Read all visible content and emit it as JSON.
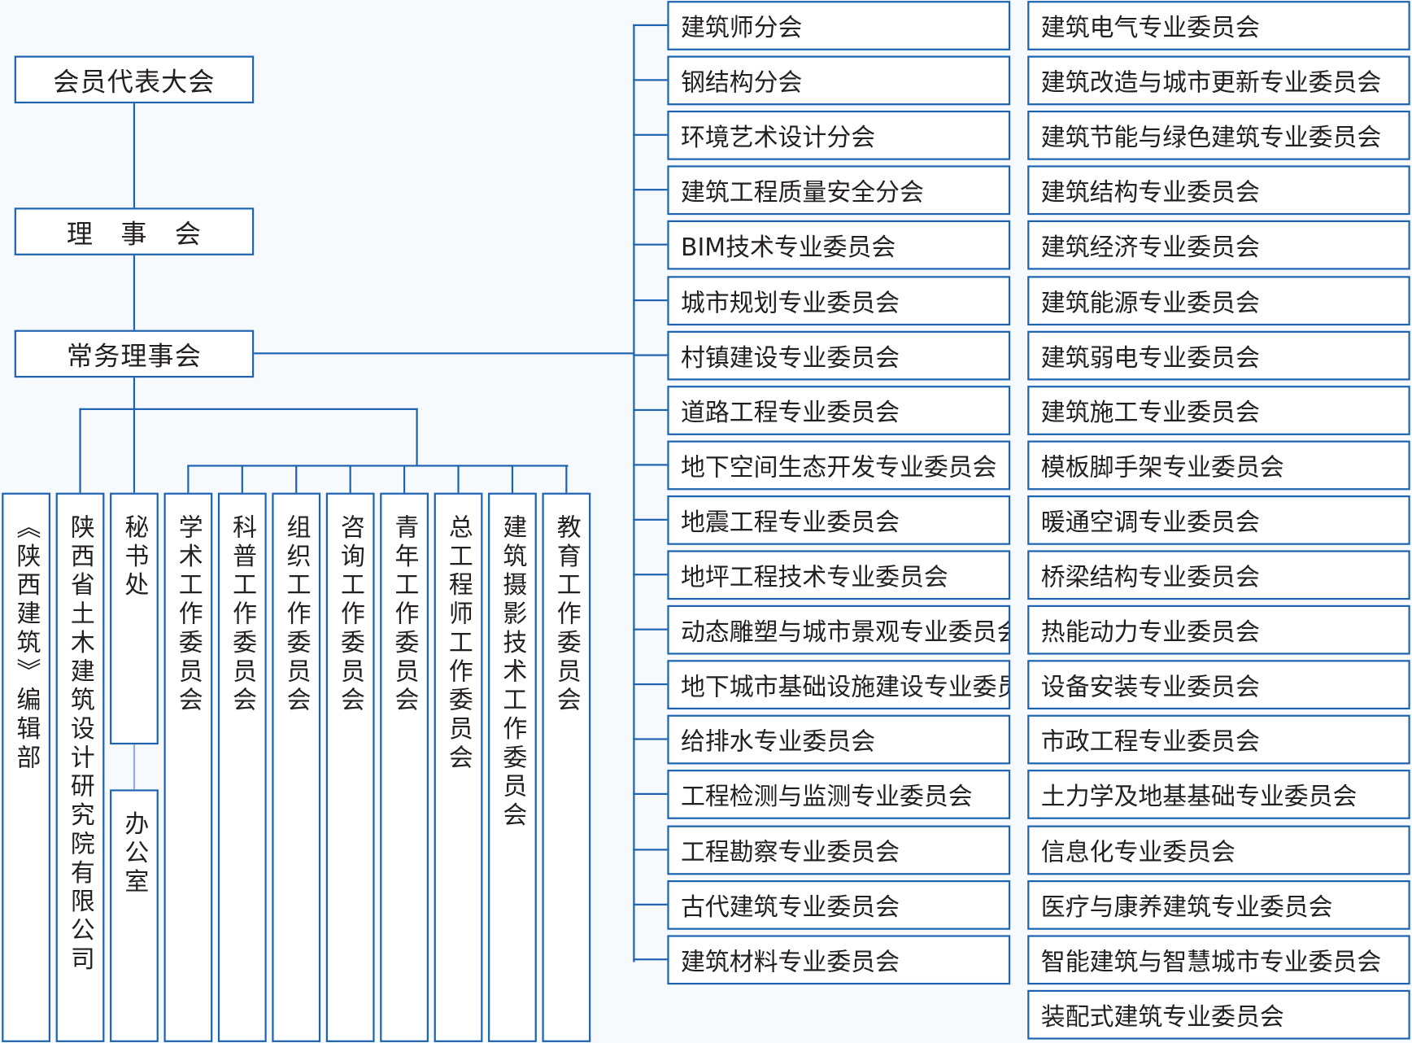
{
  "top": {
    "assembly": "会员代表大会",
    "council": "理　事　会",
    "standing": "常务理事会"
  },
  "columns": [
    "《陕西建筑》编辑部",
    "陕西省土木建筑设计研究院有限公司",
    "秘书处",
    "学术工作委员会",
    "科普工作委员会",
    "组织工作委员会",
    "咨询工作委员会",
    "青年工作委员会",
    "总工程师工作委员会",
    "建筑摄影技术工作委员会",
    "教育工作委员会"
  ],
  "office": "办公室",
  "middle_list": [
    "建筑师分会",
    "钢结构分会",
    "环境艺术设计分会",
    "建筑工程质量安全分会",
    "BIM技术专业委员会",
    "城市规划专业委员会",
    "村镇建设专业委员会",
    "道路工程专业委员会",
    "地下空间生态开发专业委员会",
    "地震工程专业委员会",
    "地坪工程技术专业委员会",
    "动态雕塑与城市景观专业委员会",
    "地下城市基础设施建设专业委员会",
    "给排水专业委员会",
    "工程检测与监测专业委员会",
    "工程勘察专业委员会",
    "古代建筑专业委员会",
    "建筑材料专业委员会"
  ],
  "right_list": [
    "建筑电气专业委员会",
    "建筑改造与城市更新专业委员会",
    "建筑节能与绿色建筑专业委员会",
    "建筑结构专业委员会",
    "建筑经济专业委员会",
    "建筑能源专业委员会",
    "建筑弱电专业委员会",
    "建筑施工专业委员会",
    "模板脚手架专业委员会",
    "暖通空调专业委员会",
    "桥梁结构专业委员会",
    "热能动力专业委员会",
    "设备安装专业委员会",
    "市政工程专业委员会",
    "土力学及地基基础专业委员会",
    "信息化专业委员会",
    "医疗与康养建筑专业委员会",
    "智能建筑与智慧城市专业委员会",
    "装配式建筑专业委员会"
  ],
  "colors": {
    "line": "#1d63b0"
  }
}
